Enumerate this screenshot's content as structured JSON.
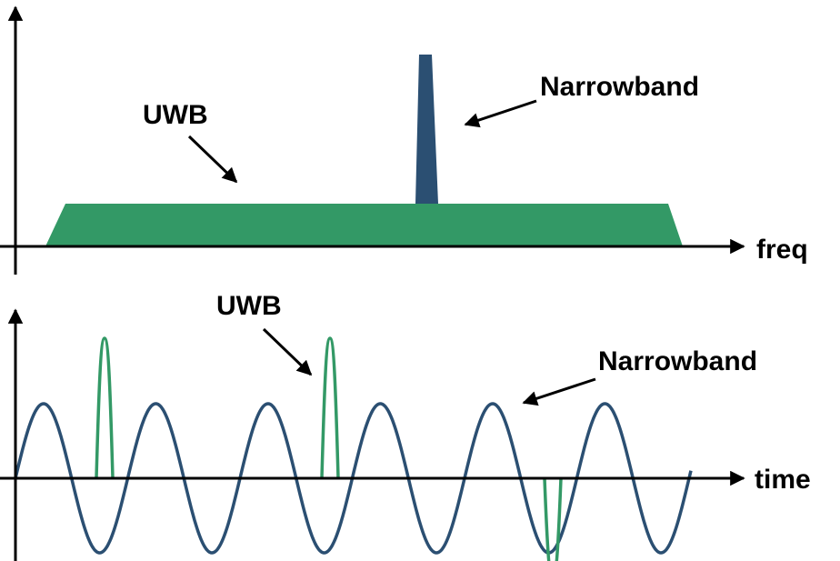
{
  "top_panel": {
    "x_axis_label": "freq",
    "uwb_label": "UWB",
    "narrowband_label": "Narrowband"
  },
  "bottom_panel": {
    "x_axis_label": "time",
    "uwb_label": "UWB",
    "narrowband_label": "Narrowband",
    "narrowband_cycles": 6,
    "uwb_pulse_count": 3,
    "uwb_pulse_polarities": [
      1,
      1,
      -1
    ]
  },
  "colors": {
    "uwb": "#339966",
    "narrowband": "#2b4f72",
    "axis": "#000000"
  }
}
